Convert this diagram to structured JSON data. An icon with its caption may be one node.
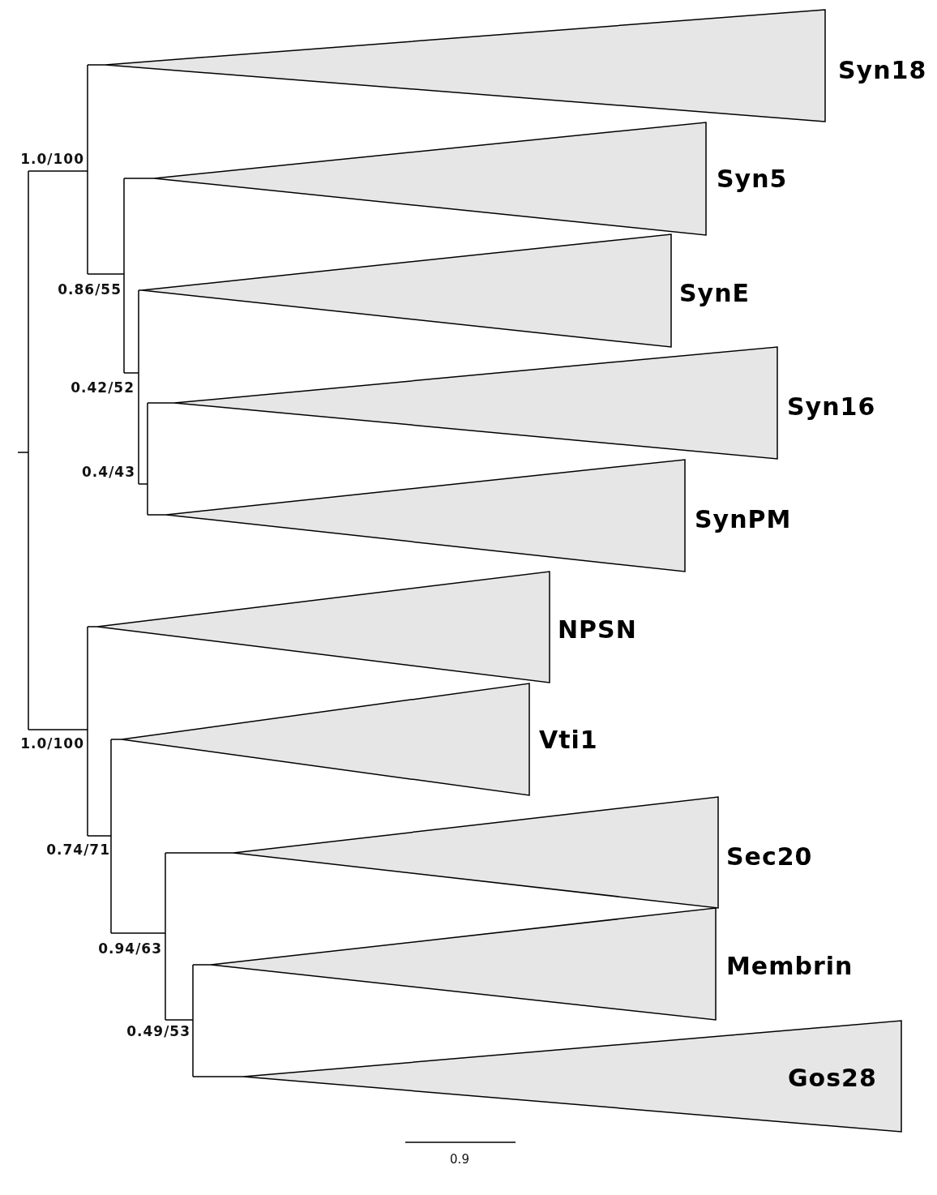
{
  "diagram": {
    "nodes": [
      {
        "text": [
          "Syn18"
        ]
      },
      {
        "text": [
          "Syn5"
        ]
      },
      {
        "text": [
          "SynE"
        ]
      },
      {
        "text": [
          "Syn16"
        ]
      },
      {
        "text": [
          "SynPM"
        ]
      },
      {
        "text": [
          "NPSN"
        ]
      },
      {
        "text": [
          "Vti1"
        ]
      },
      {
        "text": [
          "Sec20"
        ]
      },
      {
        "text": [
          "Membrin"
        ]
      },
      {
        "text": [
          "Gos28"
        ]
      }
    ],
    "labels": [
      "1.0/100",
      "0.86/55",
      "0.42/52",
      "0.4/43",
      "1.0/100",
      "0.74/71",
      "0.94/63",
      "0.49/53",
      "0.9"
    ]
  }
}
